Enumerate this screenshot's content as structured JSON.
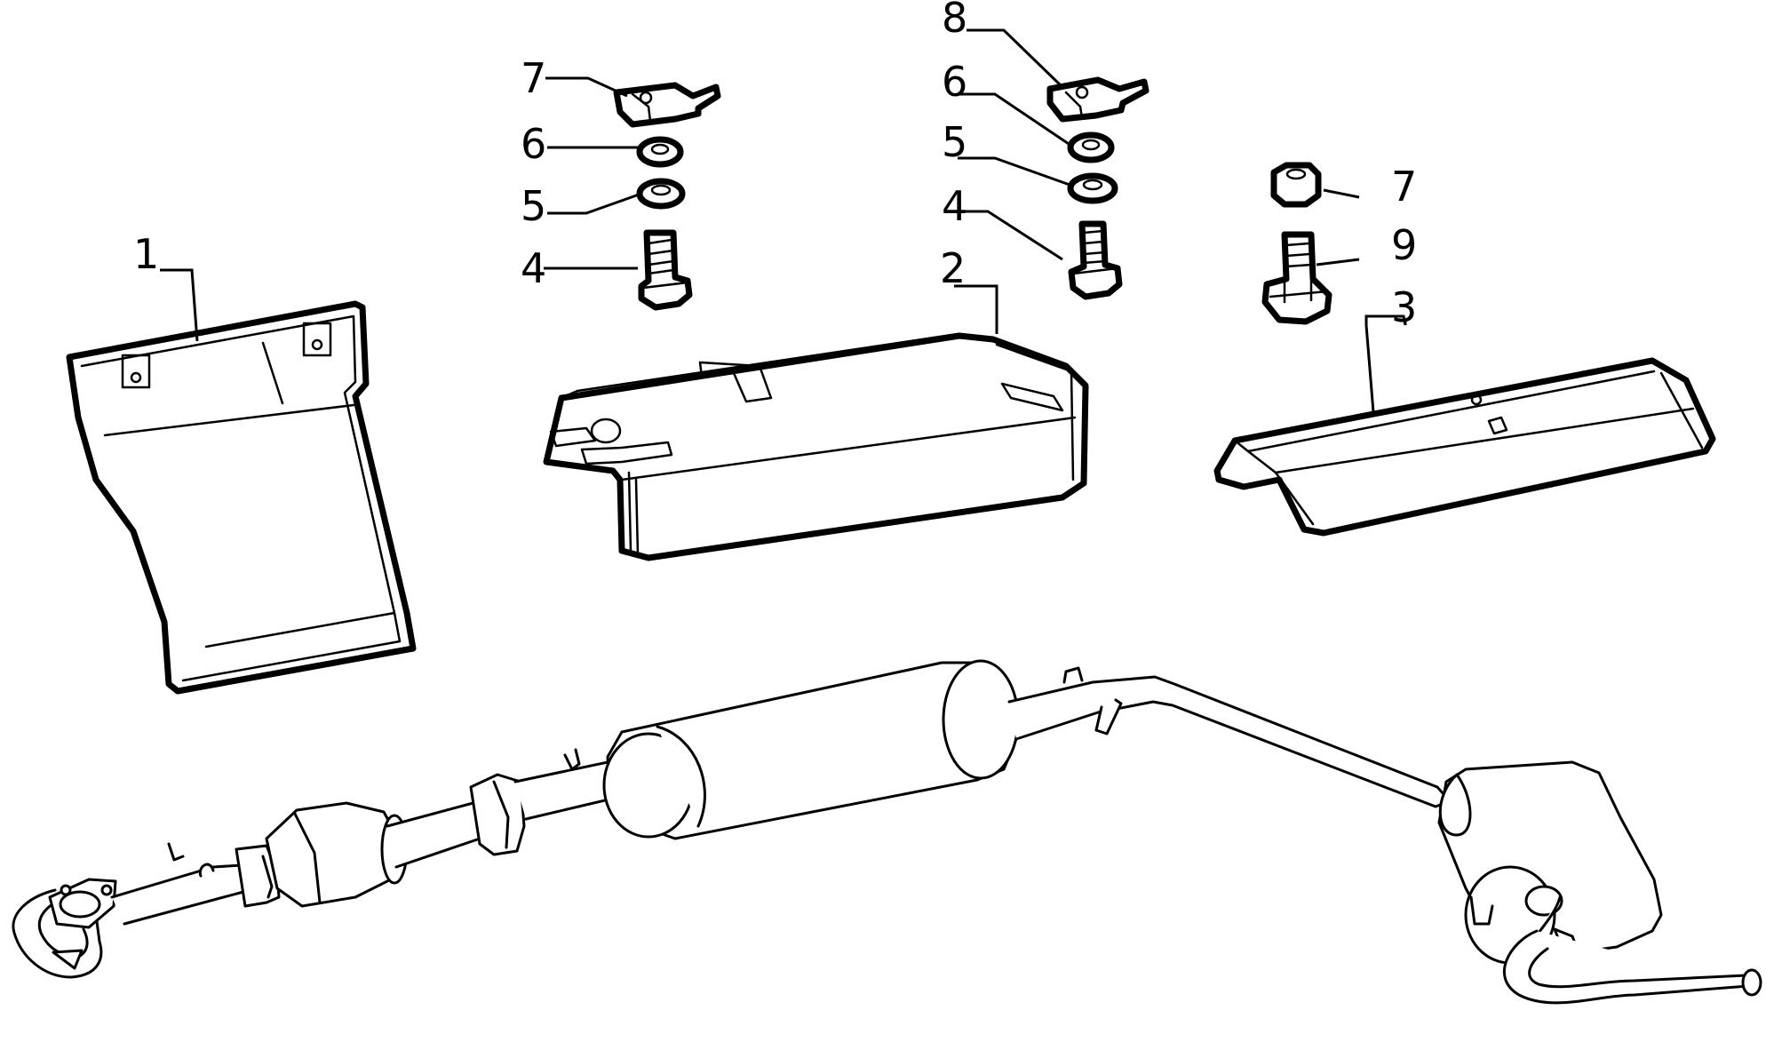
{
  "callouts": {
    "c1": "1",
    "c2": "2",
    "c3": "3",
    "c4a": "4",
    "c4b": "4",
    "c5a": "5",
    "c5b": "5",
    "c6a": "6",
    "c6b": "6",
    "c7a": "7",
    "c7b": "7",
    "c8": "8",
    "c9": "9"
  }
}
